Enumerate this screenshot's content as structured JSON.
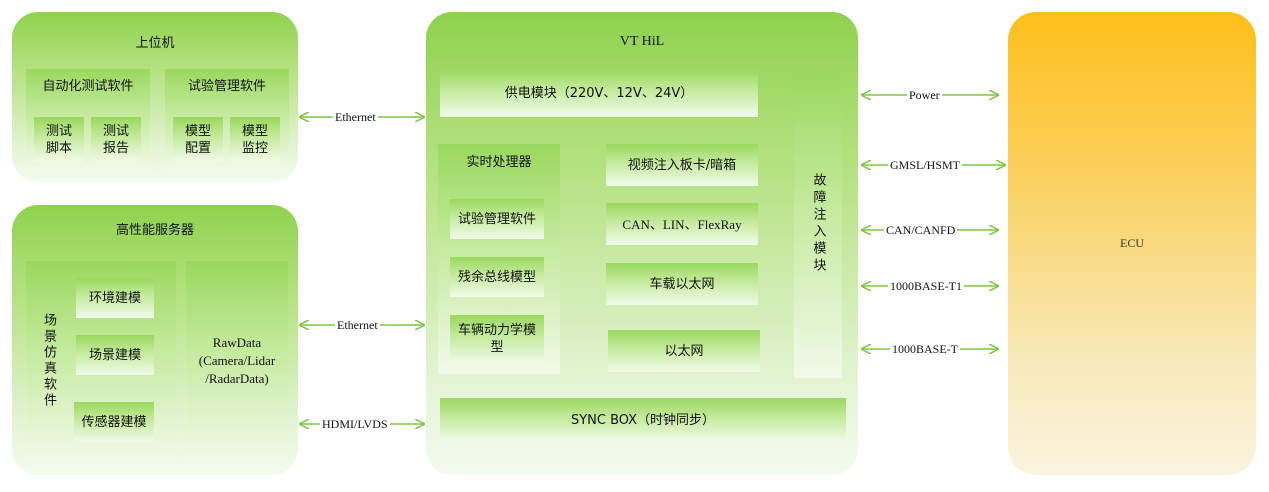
{
  "host": {
    "title": "上位机",
    "auto_test": {
      "title": "自动化测试软件",
      "items": [
        "测试\n脚本",
        "测试\n报告"
      ]
    },
    "test_mgmt": {
      "title": "试验管理软件",
      "items": [
        "模型\n配置",
        "模型\n监控"
      ]
    }
  },
  "server": {
    "title": "高性能服务器",
    "scene_sim": "场景仿真软件",
    "models": [
      "环境建模",
      "场景建模",
      "传感器建模"
    ],
    "rawdata": "RawData\n(Camera/Lidar\n/RadarData)"
  },
  "vthil": {
    "title": "VT HiL",
    "power": "供电模块（220V、12V、24V）",
    "rt": {
      "title": "实时处理器",
      "items": [
        "试验管理软件",
        "残余总线模型",
        "车辆动力学模\n型"
      ]
    },
    "io": [
      "视频注入板卡/暗箱",
      "CAN、LIN、FlexRay",
      "车载以太网",
      "以太网"
    ],
    "fault": "故障注入模块",
    "sync": "SYNC BOX（时钟同步）"
  },
  "ecu": {
    "label": "ECU"
  },
  "links": {
    "host_vt": "Ethernet",
    "server_vt_1": "Ethernet",
    "server_vt_2": "HDMI/LVDS",
    "vt_ecu": [
      "Power",
      "GMSL/HSMT",
      "CAN/CANFD",
      "1000BASE-T1",
      "1000BASE-T"
    ]
  },
  "colors": {
    "green_panel": "#8fd24e",
    "arrow": "#7ec83e",
    "ecu": "#fdbf1b"
  }
}
